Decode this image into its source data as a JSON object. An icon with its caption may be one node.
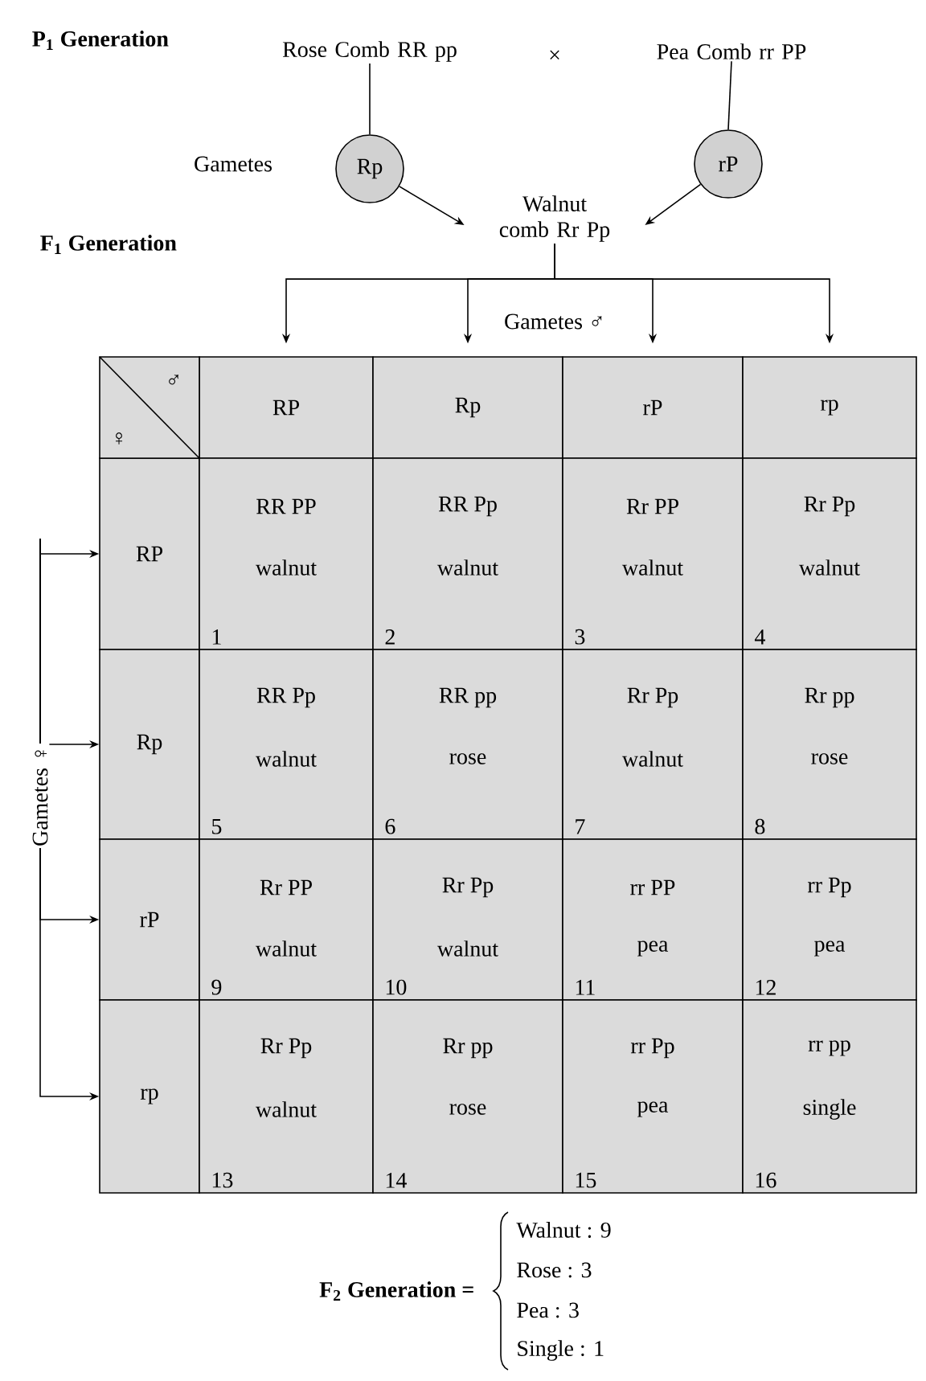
{
  "diagram": {
    "nodes": [
      {
        "text": [
          "Rose Comb RR pp"
        ]
      },
      {
        "text": [
          "Pea Comb rr PP"
        ]
      },
      {
        "text": [
          "Rp"
        ]
      },
      {
        "text": [
          "rP"
        ]
      },
      {
        "text": [
          "Walnut comb Rr Pp"
        ]
      },
      {
        "text": [
          "RP"
        ]
      },
      {
        "text": [
          "Rp"
        ]
      },
      {
        "text": [
          "rP"
        ]
      },
      {
        "text": [
          "rp"
        ]
      },
      {
        "text": [
          "RP"
        ]
      },
      {
        "text": [
          "Rp"
        ]
      },
      {
        "text": [
          "rP"
        ]
      },
      {
        "text": [
          "rp"
        ]
      },
      {
        "text": [
          "RR PP",
          "walnut",
          "1"
        ]
      },
      {
        "text": [
          "RR Pp",
          "walnut",
          "2"
        ]
      },
      {
        "text": [
          "Rr PP",
          "walnut",
          "3"
        ]
      },
      {
        "text": [
          "Rr Pp",
          "walnut",
          "4"
        ]
      },
      {
        "text": [
          "RR Pp",
          "walnut",
          "5"
        ]
      },
      {
        "text": [
          "RR pp",
          "rose",
          "6"
        ]
      },
      {
        "text": [
          "Rr Pp",
          "walnut",
          "7"
        ]
      },
      {
        "text": [
          "Rr pp",
          "rose",
          "8"
        ]
      },
      {
        "text": [
          "Rr PP",
          "walnut",
          "9"
        ]
      },
      {
        "text": [
          "Rr Pp",
          "walnut",
          "10"
        ]
      },
      {
        "text": [
          "rr PP",
          "pea",
          "11"
        ]
      },
      {
        "text": [
          "rr Pp",
          "pea",
          "12"
        ]
      },
      {
        "text": [
          "Rr Pp",
          "walnut",
          "13"
        ]
      },
      {
        "text": [
          "Rr pp",
          "rose",
          "14"
        ]
      },
      {
        "text": [
          "rr Pp",
          "pea",
          "15"
        ]
      },
      {
        "text": [
          "rr pp",
          "single",
          "16"
        ]
      }
    ],
    "edges": [
      {
        "from": 0,
        "to": 2,
        "arrow": "none"
      },
      {
        "from": 1,
        "to": 3,
        "arrow": "none"
      },
      {
        "from": 2,
        "to": 4,
        "arrow": "to"
      },
      {
        "from": 3,
        "to": 4,
        "arrow": "to"
      },
      {
        "from": 4,
        "to": 5,
        "arrow": "to"
      },
      {
        "from": 4,
        "to": 6,
        "arrow": "to"
      },
      {
        "from": 4,
        "to": 7,
        "arrow": "to"
      },
      {
        "from": 4,
        "to": 8,
        "arrow": "to"
      },
      {
        "from": null,
        "to": 9,
        "arrow": "to"
      },
      {
        "from": null,
        "to": 10,
        "arrow": "to"
      },
      {
        "from": null,
        "to": 11,
        "arrow": "to"
      },
      {
        "from": null,
        "to": 12,
        "arrow": "to"
      }
    ],
    "labels": [
      "P$_{1}$ Generation",
      "×",
      "Gametes",
      "F$_{1}$ Generation",
      "Gametes ♂",
      "♂",
      "♀",
      "Gametes ♀",
      "F$_{2}$ Generation =",
      "Walnut : 9",
      "Rose : 3",
      "Pea : 3",
      "Single : 1"
    ]
  }
}
